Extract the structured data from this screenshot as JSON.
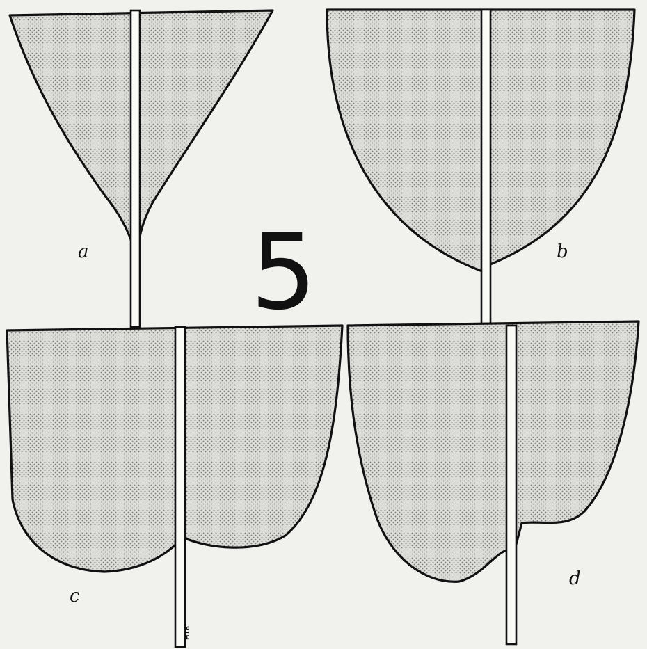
{
  "figure_number": "5",
  "panels": [
    {
      "id": "a",
      "label": "a",
      "shape": "narrow-wedge"
    },
    {
      "id": "b",
      "label": "b",
      "shape": "rounded-tip"
    },
    {
      "id": "c",
      "label": "c",
      "shape": "broad-rounded"
    },
    {
      "id": "d",
      "label": "d",
      "shape": "notched"
    }
  ],
  "credit": "H18",
  "colors": {
    "background": "#f1f1ee",
    "stipple_fill": "#dcdcd8",
    "stipple_dot": "#7a7a76",
    "line": "#111111"
  }
}
